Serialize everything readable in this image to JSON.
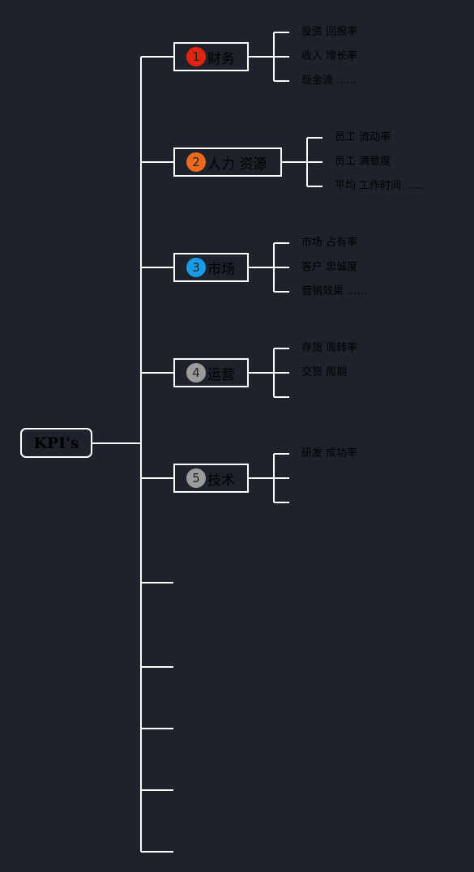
{
  "root": {
    "label": "KPI's"
  },
  "colors": {
    "background": "#1e222b",
    "line": "#ffffff",
    "node_text": "#000000",
    "badge_1": "#e0240f",
    "badge_2": "#ec6a1f",
    "badge_3": "#1a9be3",
    "badge_4": "#9b9b9b",
    "badge_5": "#9b9b9b"
  },
  "topics": [
    {
      "number": "1",
      "label": "财务",
      "icon": "priority-1-icon",
      "subtopics": [
        "投资 回报率",
        "收入 增长率",
        "现金流 ......"
      ]
    },
    {
      "number": "2",
      "label": "人力 资源",
      "icon": "priority-2-icon",
      "subtopics": [
        "员工 流动率",
        "员工 满意度",
        "平均 工作时间 ......"
      ]
    },
    {
      "number": "3",
      "label": "市场",
      "icon": "priority-3-icon",
      "subtopics": [
        "市场 占有率",
        "客户 忠诚度",
        "营销效果 ......"
      ]
    },
    {
      "number": "4",
      "label": "运营",
      "icon": "priority-4-icon",
      "subtopics": [
        "存货 周转率",
        "交货 周期",
        ""
      ]
    },
    {
      "number": "5",
      "label": "技术",
      "icon": "priority-5-icon",
      "subtopics": [
        "研发 成功率",
        "",
        ""
      ]
    }
  ]
}
